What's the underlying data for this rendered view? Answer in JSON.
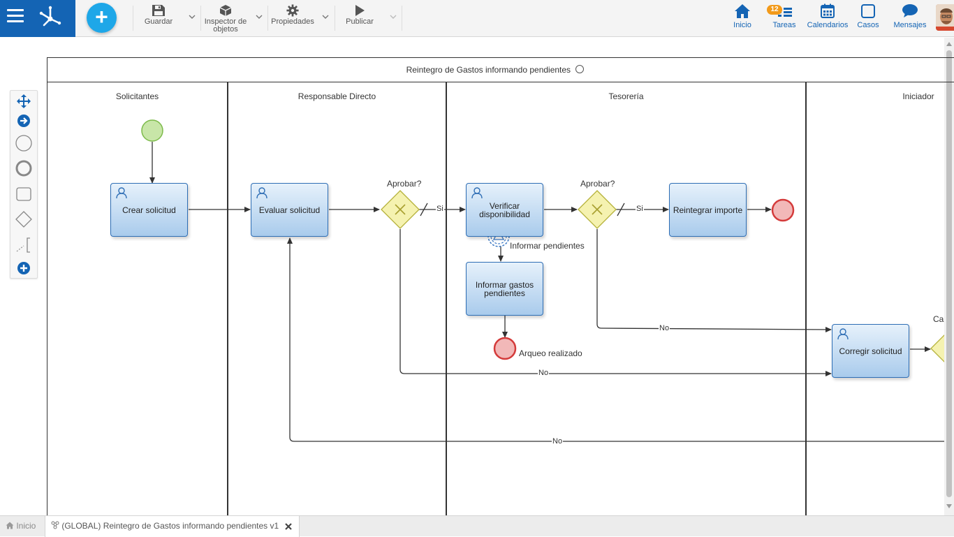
{
  "toolbar": {
    "save_label": "Guardar",
    "inspector_label_1": "Inspector de",
    "inspector_label_2": "objetos",
    "properties_label": "Propiedades",
    "publish_label": "Publicar"
  },
  "nav": {
    "home": "Inicio",
    "tasks": "Tareas",
    "tasks_badge": "12",
    "calendars": "Calendarios",
    "cases": "Casos",
    "messages": "Mensajes"
  },
  "diagram": {
    "pool_title": "Reintegro de Gastos informando pendientes",
    "lanes": [
      "Solicitantes",
      "Responsable Directo",
      "Tesorería",
      "Iniciador"
    ],
    "tasks": {
      "crear": "Crear solicitud",
      "evaluar": "Evaluar solicitud",
      "verificar": "Verificar disponibilidad",
      "reintegrar": "Reintegrar importe",
      "informar": "Informar gastos pendientes",
      "corregir": "Corregir solicitud"
    },
    "gateway1": "Aprobar?",
    "gateway2": "Aprobar?",
    "gateway3_partial": "Ca",
    "boundary_event": "Informar pendientes",
    "end_event_label": "Arqueo realizado",
    "flows": {
      "si": "Si",
      "no": "No"
    }
  },
  "bottom": {
    "home_tab": "Inicio",
    "active_tab": "(GLOBAL) Reintegro de Gastos informando pendientes v1"
  },
  "colors": {
    "brand": "#1464b4",
    "fab": "#1ea7e8",
    "task_border": "#2d6db4",
    "start_event": "#c8e6a8",
    "end_event": "#f2b8b8",
    "gateway": "#f5f2b0"
  }
}
